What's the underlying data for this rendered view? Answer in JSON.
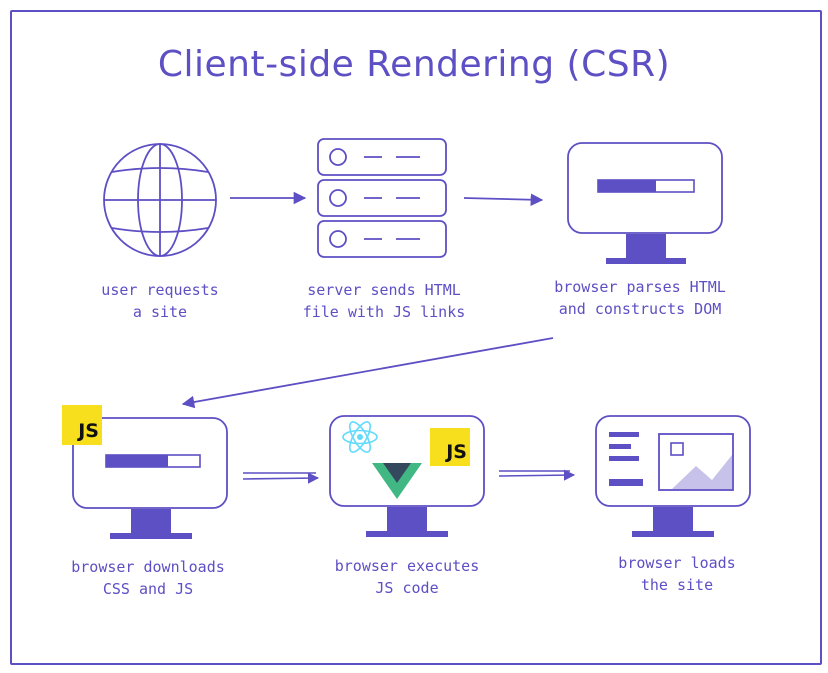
{
  "title": "Client-side Rendering (CSR)",
  "steps": [
    {
      "line1": "user requests",
      "line2": "a site"
    },
    {
      "line1": "server sends HTML",
      "line2": "file with JS links"
    },
    {
      "line1": "browser parses HTML",
      "line2": "and constructs DOM"
    },
    {
      "line1": "browser downloads",
      "line2": "CSS and JS"
    },
    {
      "line1": "browser executes",
      "line2": "JS code"
    },
    {
      "line1": "browser loads",
      "line2": "the site"
    }
  ],
  "badges": {
    "js": "JS"
  },
  "icons": [
    "globe-icon",
    "server-icon",
    "monitor-icon",
    "react-logo-icon",
    "vue-logo-icon",
    "image-icon"
  ],
  "colors": {
    "accent": "#5d4fc4",
    "monitor_fill": "#5d4fc4",
    "js_yellow": "#f7df1e",
    "react_cyan": "#61dafb",
    "vue_green": "#41b883",
    "vue_dark": "#35495e"
  }
}
